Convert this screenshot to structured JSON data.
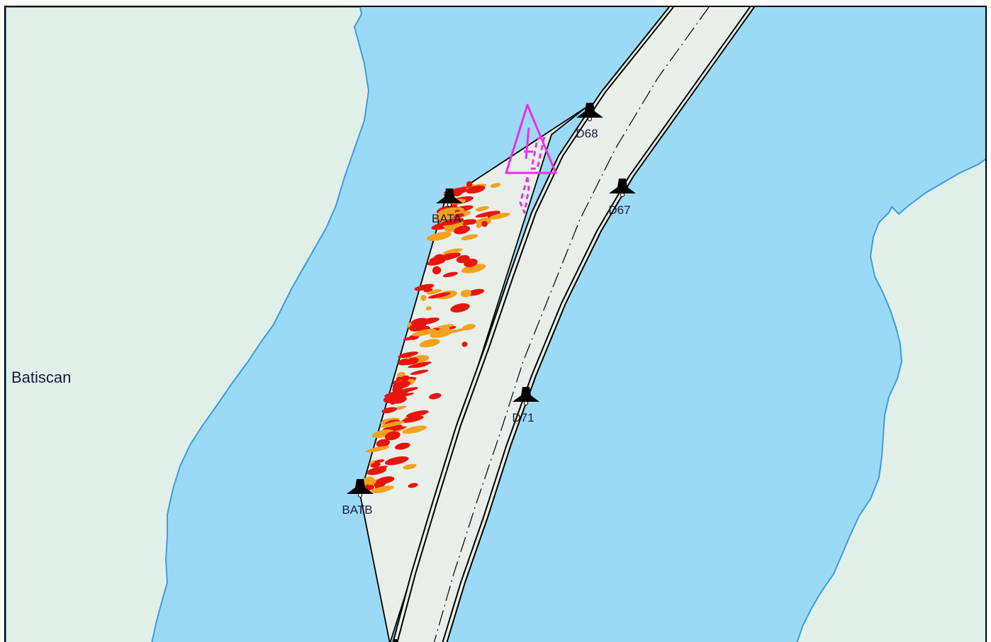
{
  "colors": {
    "water": "#9bdaf6",
    "land": "#e1efe9",
    "shoreline": "#3e9bde",
    "channel": "#e8efe9",
    "channel_edge": "#000000",
    "scour_dense": "#e8150e",
    "scour_light": "#f4a11e",
    "wreck_symbol": "#ec2ee9",
    "buoy": "#000000"
  },
  "places": [
    {
      "id": "batiscan",
      "label": "Batiscan"
    }
  ],
  "buoys": [
    {
      "id": "d68",
      "label": "D68",
      "icon": "lateral-buoy-icon"
    },
    {
      "id": "d67",
      "label": "D67",
      "icon": "lateral-buoy-icon"
    },
    {
      "id": "bata",
      "label": "BATA",
      "icon": "lateral-buoy-icon"
    },
    {
      "id": "d71",
      "label": "D71",
      "icon": "lateral-buoy-icon"
    },
    {
      "id": "batb",
      "label": "BATB",
      "icon": "lateral-buoy-icon"
    }
  ],
  "symbols": [
    {
      "id": "wreck",
      "icon": "wreck-hazard-triangle-icon"
    }
  ]
}
